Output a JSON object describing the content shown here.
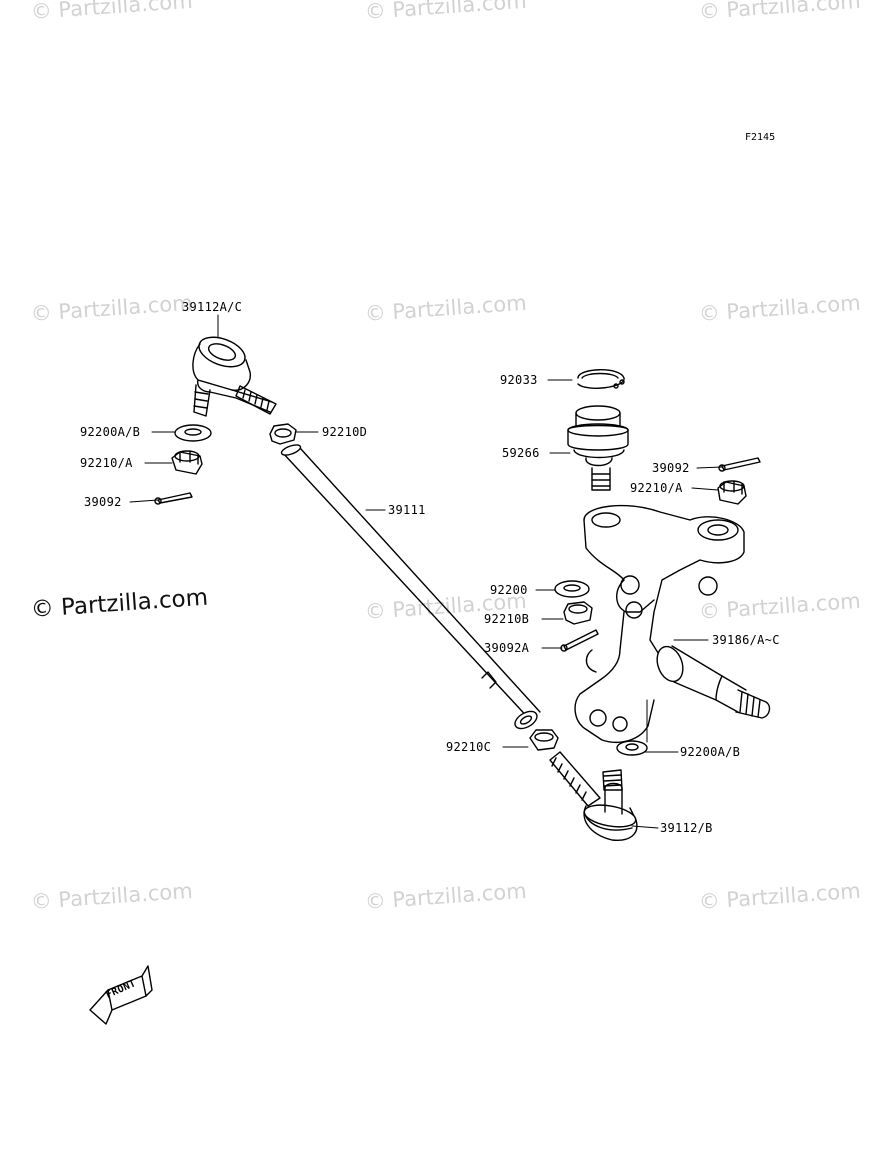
{
  "diagram": {
    "figure_code": "F2145",
    "front_label": "FRONT",
    "watermark": "© Partzilla.com",
    "watermark_main": "© Partzilla.com",
    "parts": {
      "p39112ac": "39112A/C",
      "p92200ab_l": "92200A/B",
      "p92210a_l": "92210/A",
      "p39092_l": "39092",
      "p92210d": "92210D",
      "p39111": "39111",
      "p92033": "92033",
      "p59266": "59266",
      "p39092_r": "39092",
      "p92210a_r": "92210/A",
      "p92200": "92200",
      "p92210b": "92210B",
      "p39092a": "39092A",
      "p39186": "39186/A~C",
      "p92210c": "92210C",
      "p92200ab_r": "92200A/B",
      "p39112b": "39112/B"
    }
  }
}
